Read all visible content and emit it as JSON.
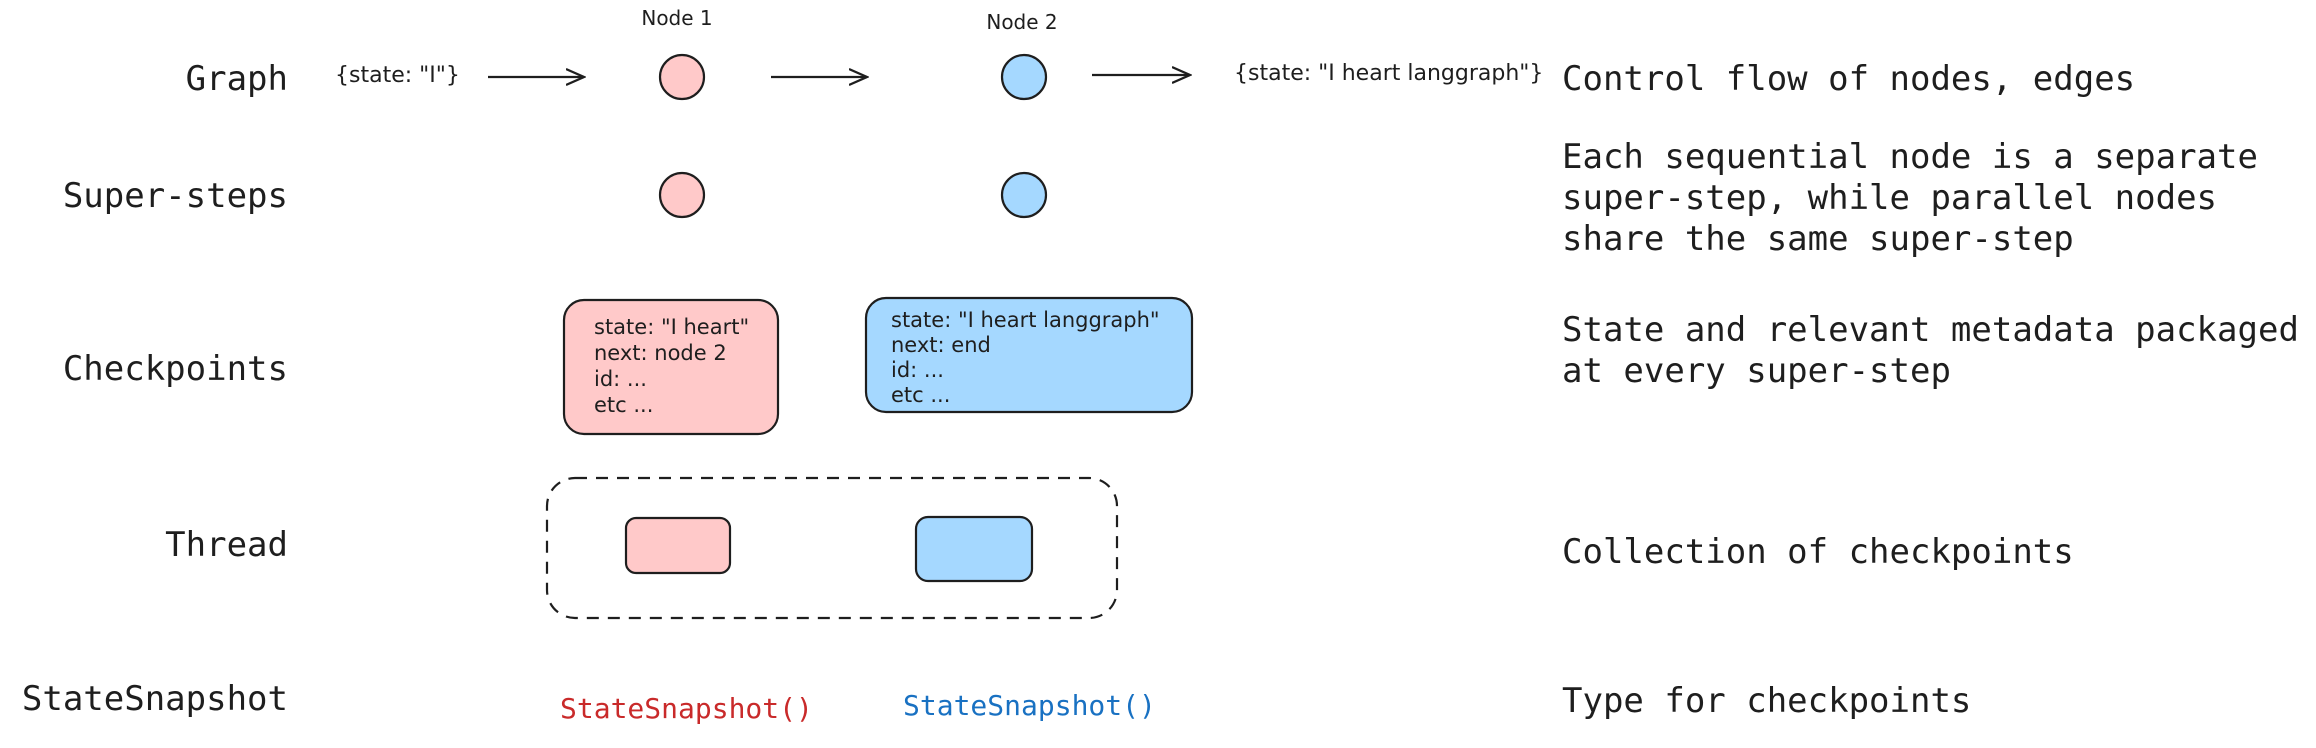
{
  "colors": {
    "node1_fill": "#ffc9c9",
    "node2_fill": "#a5d8ff",
    "snapshot1_text": "#c92a2a",
    "snapshot2_text": "#1971c2",
    "stroke": "#1e1e1e"
  },
  "rows": {
    "graph": "Graph",
    "supersteps": "Super-steps",
    "checkpoints": "Checkpoints",
    "thread": "Thread",
    "statesnapshot": "StateSnapshot"
  },
  "graph": {
    "input_state": "{state: \"I\"}",
    "node1_title": "Node 1",
    "node2_title": "Node 2",
    "output_state": "{state: \"I heart langgraph\"}"
  },
  "checkpoints": {
    "cp1": [
      "state: \"I heart\"",
      "next: node 2",
      "id: ...",
      "etc ..."
    ],
    "cp2": [
      "state: \"I heart langgraph\"",
      "next: end",
      "id: ...",
      "etc ..."
    ]
  },
  "snapshots": {
    "s1": "StateSnapshot()",
    "s2": "StateSnapshot()"
  },
  "descriptions": {
    "graph": "Control flow of nodes, edges",
    "supersteps": [
      "Each sequential node is a separate",
      "super-step, while parallel nodes",
      "share the same super-step"
    ],
    "checkpoints": [
      "State and relevant metadata packaged",
      "at every super-step"
    ],
    "thread": "Collection of checkpoints",
    "statesnapshot": "Type for checkpoints"
  }
}
